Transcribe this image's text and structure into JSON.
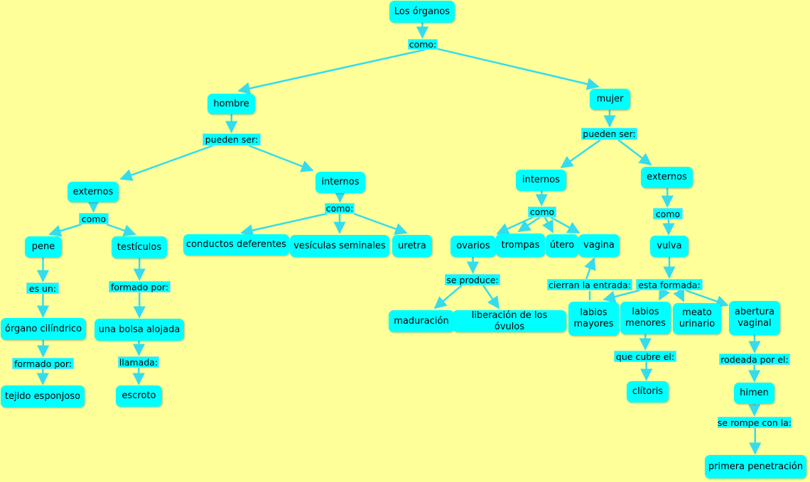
{
  "edge_color": "#33ddee",
  "node_color": "#00ffff",
  "background": "#ffff99",
  "nodes": {
    "root": "Los órganos",
    "hombre": "hombre",
    "mujer": "mujer",
    "h_externos": "externos",
    "h_internos": "internos",
    "pene": "pene",
    "testiculos": "testículos",
    "conductos": "conductos deferentes",
    "vesiculas": "vesículas seminales",
    "uretra": "uretra",
    "organo_cilindrico": "órgano cilíndrico",
    "tejido_esponjoso": "tejido esponjoso",
    "bolsa_alojada": "una bolsa alojada",
    "escroto": "escroto",
    "m_internos": "internos",
    "m_externos": "externos",
    "ovarios": "ovarios",
    "trompas": "trompas",
    "utero": "útero",
    "vagina": "vagina",
    "vulva": "vulva",
    "maduracion": "maduración",
    "liberacion": "liberación de los óvulos",
    "labios_mayores": "labios mayores",
    "labios_menores": "labios menores",
    "meato_urinario": "meato urinario",
    "abertura_vaginal": "abertura vaginal",
    "clitoris": "clítoris",
    "himen": "himen",
    "primera_penetracion": "primera penetración"
  },
  "links": {
    "como_root": "como:",
    "pueden_ser_h": "pueden ser:",
    "pueden_ser_m": "pueden ser:",
    "como_h_ext": "como",
    "como_h_int": "como:",
    "es_un": "es un:",
    "formado_por_pene": "formado por:",
    "formado_por_test": "formado por:",
    "llamada": "llamada:",
    "como_m_int": "como",
    "como_m_ext": "como",
    "se_produce": "se produce:",
    "cierran_la_entrada": "cierran la entrada:",
    "esta_formada": "esta formada:",
    "que_cubre_el": "que cubre el:",
    "rodeada_por_el": "rodeada por el:",
    "se_rompe_con_la": "se rompe con la:"
  }
}
